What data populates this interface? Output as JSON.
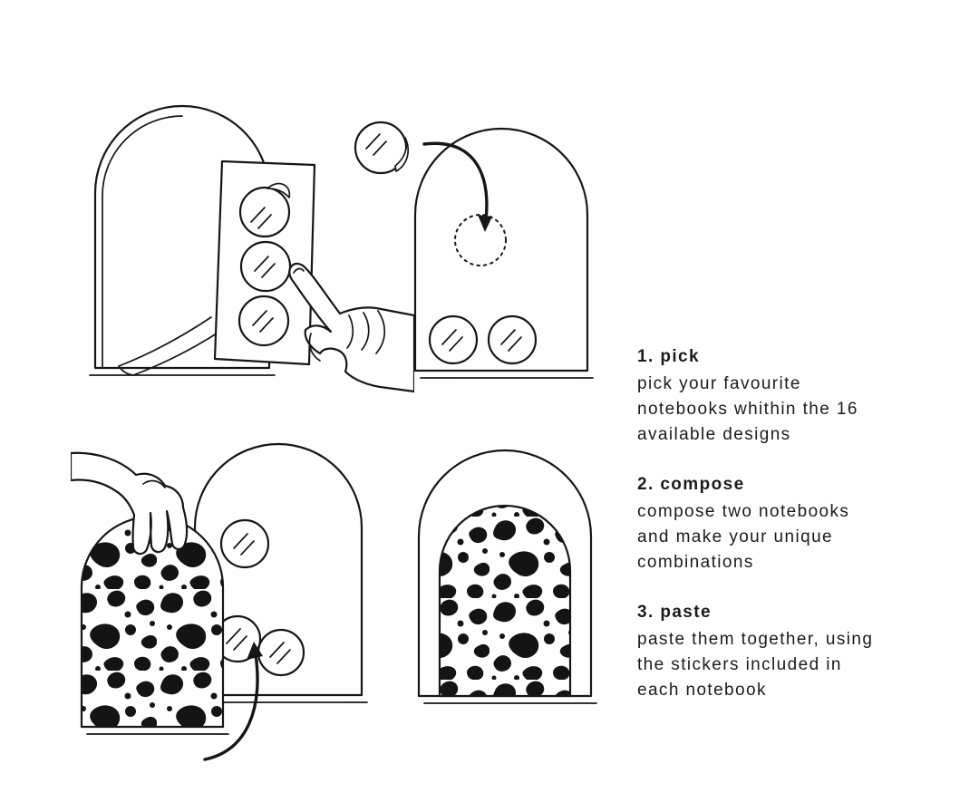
{
  "page": {
    "background": "#ffffff"
  },
  "colors": {
    "ink": "#161616",
    "paper": "#ffffff"
  },
  "steps": [
    {
      "title": "1. pick",
      "lines": [
        "pick your favourite",
        "notebooks whithin the 16",
        "available designs"
      ]
    },
    {
      "title": "2. compose",
      "lines": [
        "compose two notebooks",
        "and make your unique",
        "combinations"
      ]
    },
    {
      "title": "3. paste",
      "lines": [
        "paste them together, using",
        "the stickers included in",
        "each notebook"
      ]
    }
  ],
  "illustrations": [
    {
      "id": "pick",
      "label": "hand pulling a sticker sheet out of an arch-shaped notebook"
    },
    {
      "id": "place-sticker",
      "label": "peeled sticker with arrow pointing to dotted circle on notebook cover"
    },
    {
      "id": "compose",
      "label": "hand laying a speckle-patterned cover onto a notebook, arrow pointing up"
    },
    {
      "id": "paste",
      "label": "notebook with speckle-patterned cover pasted inside"
    }
  ]
}
